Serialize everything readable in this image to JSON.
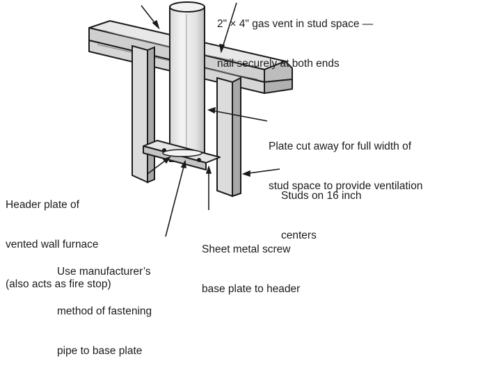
{
  "labels": {
    "top_right": {
      "line1": "2\" × 4\" gas vent in stud space —",
      "line2": "nail securely at both ends"
    },
    "plate_cut": {
      "line1": "Plate cut away for full width of",
      "line2": "stud space to provide ventilation"
    },
    "studs": {
      "line1": "Studs on 16 inch",
      "line2": "centers"
    },
    "header_plate": {
      "line1": "Header plate of",
      "line2": "vented wall furnace",
      "line3": "(also acts as fire stop)"
    },
    "sheet_metal": {
      "line1": "Sheet metal screw",
      "line2": "base plate to header"
    },
    "manufacturer": {
      "line1": "Use manufacturer’s",
      "line2": "method of fastening",
      "line3": "pipe to base plate"
    }
  }
}
